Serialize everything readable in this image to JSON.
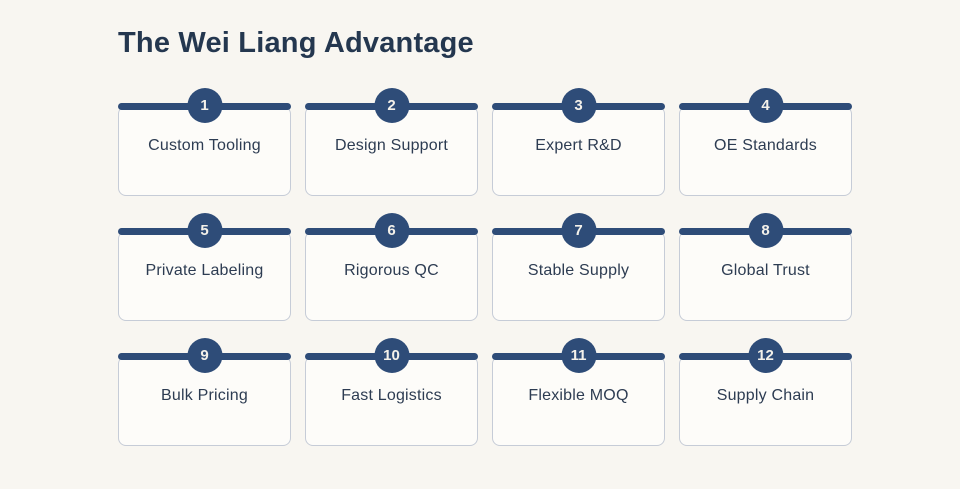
{
  "page": {
    "title": "The Wei Liang Advantage",
    "background_color": "#f8f6f1",
    "accent_color": "#2e4c78",
    "title_color": "#24374f",
    "card_border_color": "#c6ccd7",
    "card_background_color": "#fdfcf9"
  },
  "advantages": [
    {
      "number": "1",
      "label": "Custom Tooling"
    },
    {
      "number": "2",
      "label": "Design Support"
    },
    {
      "number": "3",
      "label": "Expert R&D"
    },
    {
      "number": "4",
      "label": "OE Standards"
    },
    {
      "number": "5",
      "label": "Private Labeling"
    },
    {
      "number": "6",
      "label": "Rigorous QC"
    },
    {
      "number": "7",
      "label": "Stable Supply"
    },
    {
      "number": "8",
      "label": "Global Trust"
    },
    {
      "number": "9",
      "label": "Bulk Pricing"
    },
    {
      "number": "10",
      "label": "Fast Logistics"
    },
    {
      "number": "11",
      "label": "Flexible MOQ"
    },
    {
      "number": "12",
      "label": "Supply Chain"
    }
  ]
}
